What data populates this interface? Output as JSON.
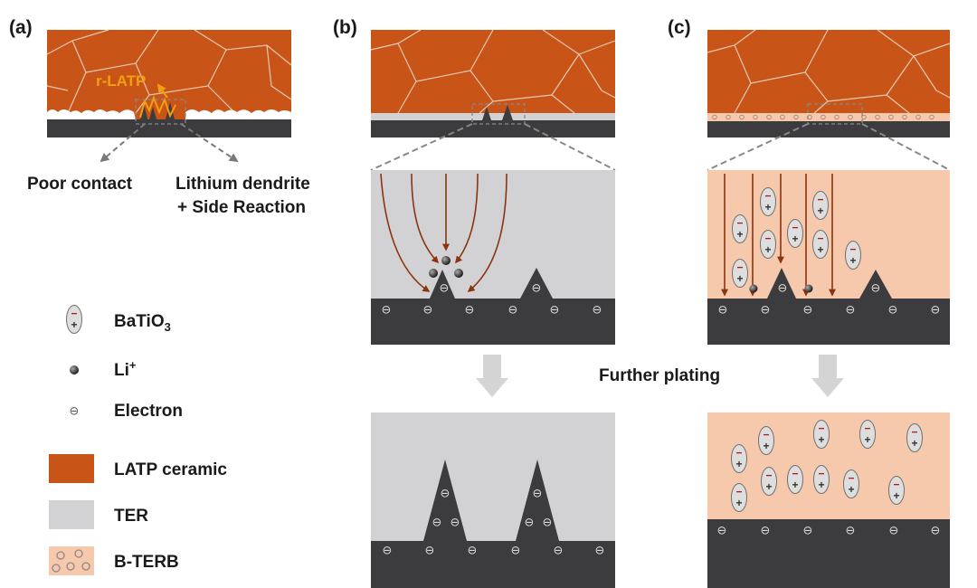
{
  "panels": {
    "a": {
      "label": "(a)",
      "callout": "r-LATP",
      "left_caption": "Poor contact",
      "right_caption_line1": "Lithium dendrite",
      "right_caption_line2": "+ Side Reaction"
    },
    "b": {
      "label": "(b)"
    },
    "c": {
      "label": "(c)"
    }
  },
  "middle_caption": "Further plating",
  "legend": {
    "batio3": {
      "text": "BaTiO",
      "subscript": "3"
    },
    "li": {
      "text": "Li",
      "superscript": "+"
    },
    "electron": {
      "text": "Electron"
    },
    "latp": {
      "text": "LATP ceramic"
    },
    "ter": {
      "text": "TER"
    },
    "bterb": {
      "text": "B-TERB"
    }
  },
  "glyphs": {
    "electron": "⊖",
    "plus": "+",
    "minus": "−"
  },
  "colors": {
    "ceramic": "#c85418",
    "grain_line": "#e8c8b4",
    "ter": "#d2d2d4",
    "bterb": "#f6c9ac",
    "electrode": "#3c3c3e",
    "arrow": "#8a3510",
    "callout": "#f0a010",
    "down_arrow": "#d4d4d4"
  }
}
